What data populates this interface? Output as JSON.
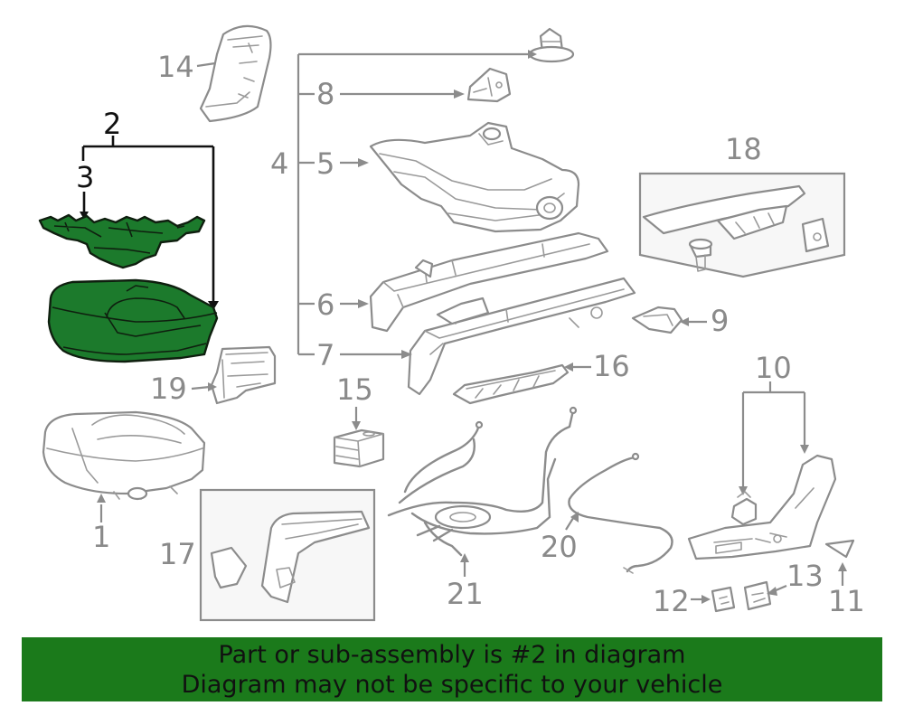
{
  "callouts": {
    "c1": "1",
    "c2": "2",
    "c3": "3",
    "c4": "4",
    "c5": "5",
    "c6": "6",
    "c7": "7",
    "c8": "8",
    "c9": "9",
    "c10": "10",
    "c11": "11",
    "c12": "12",
    "c13": "13",
    "c14": "14",
    "c15": "15",
    "c16": "16",
    "c17": "17",
    "c18": "18",
    "c19": "19",
    "c20": "20",
    "c21": "21"
  },
  "highlight": {
    "callout": "2",
    "color": "#1c7a2c"
  },
  "banner": {
    "line1": "Part or sub-assembly is #2 in diagram",
    "line2": "Diagram may not be specific to your vehicle",
    "background": "#1b7a1b"
  }
}
